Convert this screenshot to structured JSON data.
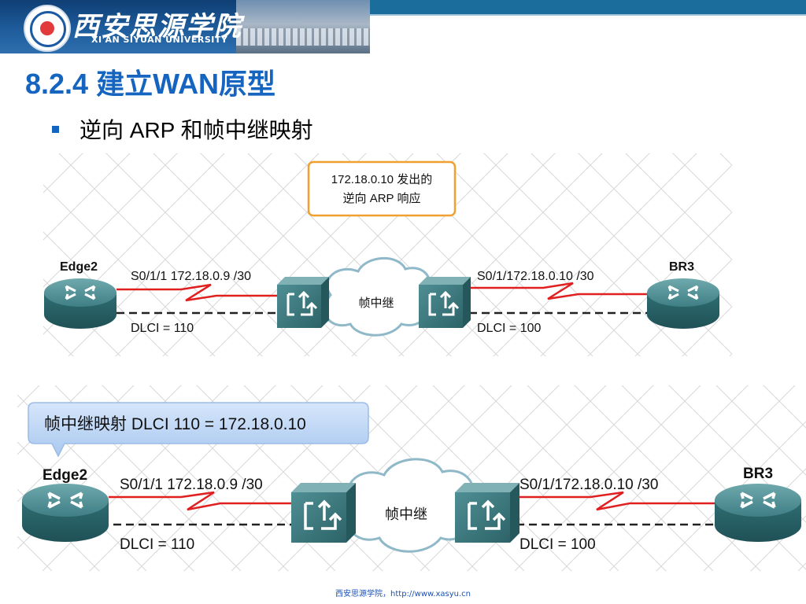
{
  "header": {
    "logo_cn": "西安思源学院",
    "logo_en": "XI'AN SIYUAN UNIVERSITY",
    "colors": {
      "bar": "#1b6e9b",
      "logo_bg": "#1e5c9c"
    }
  },
  "slide": {
    "title": "8.2.4 建立WAN原型",
    "bullet": "逆向 ARP 和帧中继映射",
    "title_color": "#1565c0"
  },
  "diagram_top": {
    "callout": [
      "172.18.0.10 发出的",
      "逆向 ARP 响应"
    ],
    "left_router": "Edge2",
    "right_router": "BR3",
    "left_interface": "S0/1/1 172.18.0.9 /30",
    "right_interface": "S0/1/172.18.0.10 /30",
    "left_dlci": "DLCI = 110",
    "right_dlci": "DLCI = 100",
    "cloud": "帧中继"
  },
  "diagram_bottom": {
    "callout": "帧中继映射 DLCI 110 = 172.18.0.10",
    "left_router": "Edge2",
    "right_router": "BR3",
    "left_interface": "S0/1/1 172.18.0.9 /30",
    "right_interface": "S0/1/172.18.0.10 /30",
    "left_dlci": "DLCI = 110",
    "right_dlci": "DLCI = 100",
    "cloud": "帧中继"
  },
  "footer": "西安思源学院，http://www.xasyu.cn",
  "icons": [
    "router-icon",
    "frame-relay-switch-icon",
    "cloud-icon",
    "serial-link-icon",
    "university-emblem-icon"
  ]
}
